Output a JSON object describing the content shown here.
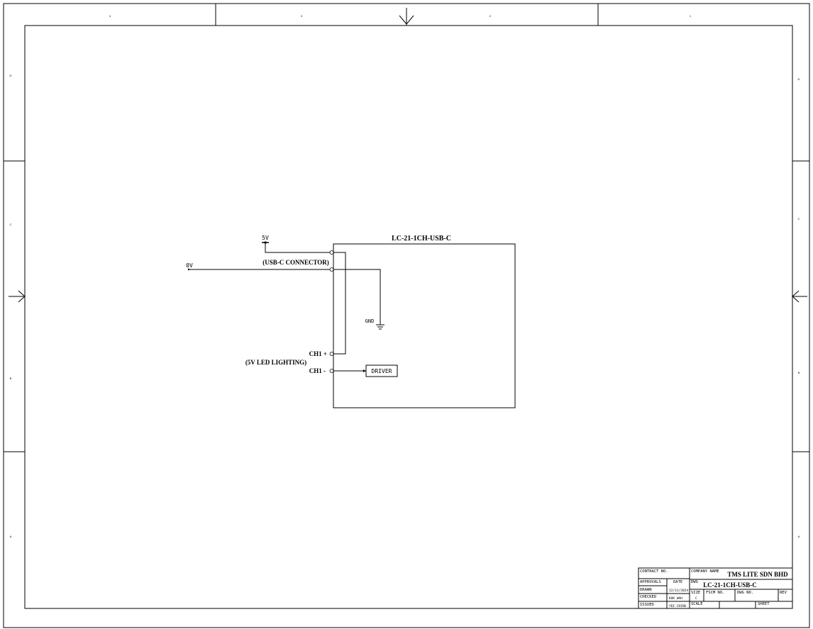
{
  "zones": {
    "top": [
      "4",
      "3",
      "2",
      "1"
    ],
    "left": [
      "D",
      "C",
      "B",
      "A"
    ],
    "right": [
      "D",
      "C",
      "B",
      "A"
    ]
  },
  "schematic": {
    "block_title": "LC-21-1CH-USB-C",
    "power_label": "5V",
    "zero_label": "0V",
    "connector_label": "(USB-C CONNECTOR)",
    "gnd_label": "GND",
    "ch1_plus": "CH1 +",
    "ch1_minus": "CH1 -",
    "lighting_label": "(5V LED LIGHTING)",
    "driver_label": "DRIVER"
  },
  "title_block": {
    "contract_no": "CONTRACT NO.",
    "company_name_label": "COMPANY NAME",
    "company_name": "TMS LITE SDN BHD",
    "approvals": "APPROVALS",
    "date_label": "DATE",
    "dwg_label": "DWG",
    "dwg_name": "LC-21-1CH-USB-C",
    "drawn": "DRAWN",
    "drawn_date": "12/12/2024",
    "checked": "CHECKED",
    "checked_by": "KOK WAH",
    "issued": "ISSUED",
    "issued_by": "YEE CHING",
    "size_label": "SIZE",
    "size_value": "C",
    "fscm_no": "FSCM NO.",
    "dwg_no": "DWG NO.",
    "rev": "REV",
    "scale": "SCALE",
    "sheet": "SHEET"
  }
}
